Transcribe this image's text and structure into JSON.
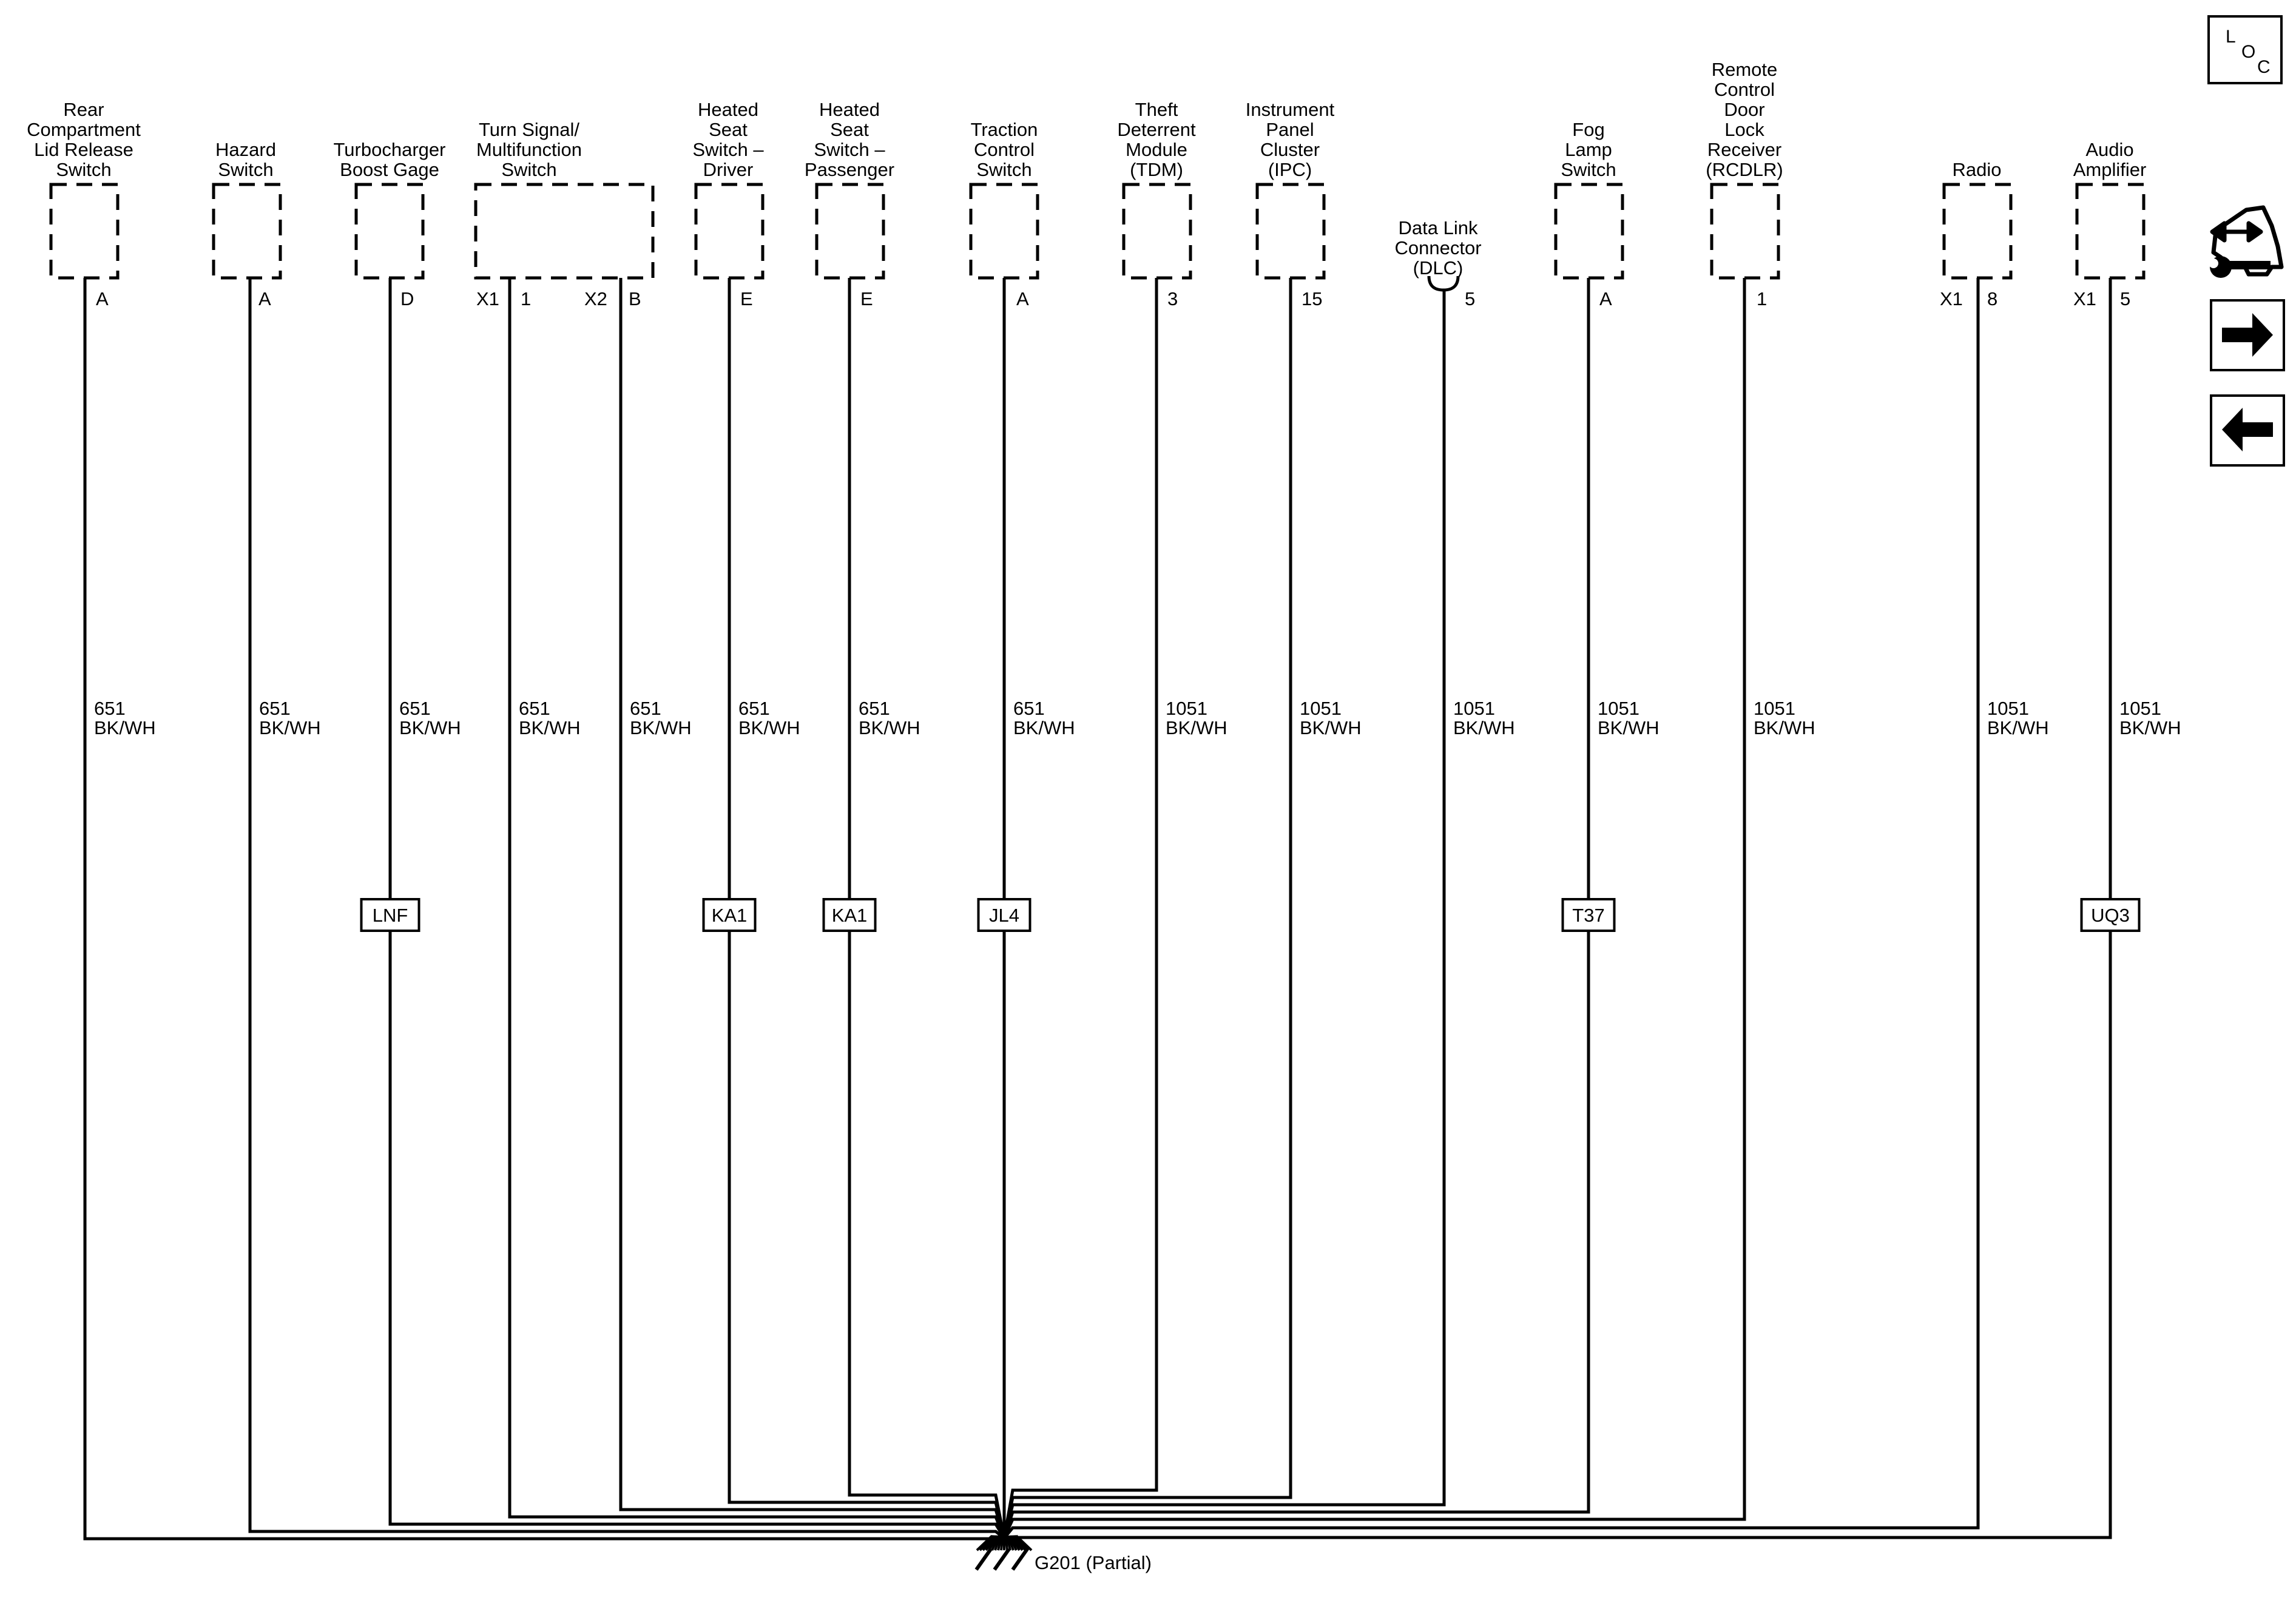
{
  "components": [
    {
      "id": "rear-compartment-lid-release-switch",
      "lines": [
        "Rear",
        "Compartment",
        "Lid Release",
        "Switch"
      ]
    },
    {
      "id": "hazard-switch",
      "lines": [
        "Hazard",
        "Switch"
      ]
    },
    {
      "id": "turbocharger-boost-gage",
      "lines": [
        "Turbocharger",
        "Boost Gage"
      ]
    },
    {
      "id": "turn-signal-multifunction-switch",
      "lines": [
        "Turn Signal/",
        "Multifunction",
        "Switch"
      ]
    },
    {
      "id": "heated-seat-switch-driver",
      "lines": [
        "Heated",
        "Seat",
        "Switch –",
        "Driver"
      ]
    },
    {
      "id": "heated-seat-switch-passenger",
      "lines": [
        "Heated",
        "Seat",
        "Switch –",
        "Passenger"
      ]
    },
    {
      "id": "traction-control-switch",
      "lines": [
        "Traction",
        "Control",
        "Switch"
      ]
    },
    {
      "id": "theft-deterrent-module",
      "lines": [
        "Theft",
        "Deterrent",
        "Module",
        "(TDM)"
      ]
    },
    {
      "id": "instrument-panel-cluster",
      "lines": [
        "Instrument",
        "Panel",
        "Cluster",
        "(IPC)"
      ]
    },
    {
      "id": "data-link-connector",
      "lines": [
        "Data Link",
        "Connector",
        "(DLC)"
      ]
    },
    {
      "id": "fog-lamp-switch",
      "lines": [
        "Fog",
        "Lamp",
        "Switch"
      ]
    },
    {
      "id": "remote-control-door-lock-receiver",
      "lines": [
        "Remote",
        "Control",
        "Door",
        "Lock",
        "Receiver",
        "(RCDLR)"
      ]
    },
    {
      "id": "radio",
      "lines": [
        "Radio"
      ]
    },
    {
      "id": "audio-amplifier",
      "lines": [
        "Audio",
        "Amplifier"
      ]
    }
  ],
  "wires": [
    {
      "pin": "A",
      "connector": "",
      "circuit": "651",
      "color": "BK/WH",
      "option": ""
    },
    {
      "pin": "A",
      "connector": "",
      "circuit": "651",
      "color": "BK/WH",
      "option": ""
    },
    {
      "pin": "D",
      "connector": "",
      "circuit": "651",
      "color": "BK/WH",
      "option": "LNF"
    },
    {
      "pin": "1",
      "connector": "X1",
      "circuit": "651",
      "color": "BK/WH",
      "option": ""
    },
    {
      "pin": "B",
      "connector": "X2",
      "circuit": "651",
      "color": "BK/WH",
      "option": ""
    },
    {
      "pin": "E",
      "connector": "",
      "circuit": "651",
      "color": "BK/WH",
      "option": "KA1"
    },
    {
      "pin": "E",
      "connector": "",
      "circuit": "651",
      "color": "BK/WH",
      "option": "KA1"
    },
    {
      "pin": "A",
      "connector": "",
      "circuit": "651",
      "color": "BK/WH",
      "option": "JL4"
    },
    {
      "pin": "3",
      "connector": "",
      "circuit": "1051",
      "color": "BK/WH",
      "option": ""
    },
    {
      "pin": "15",
      "connector": "",
      "circuit": "1051",
      "color": "BK/WH",
      "option": ""
    },
    {
      "pin": "5",
      "connector": "",
      "circuit": "1051",
      "color": "BK/WH",
      "option": ""
    },
    {
      "pin": "A",
      "connector": "",
      "circuit": "1051",
      "color": "BK/WH",
      "option": "T37"
    },
    {
      "pin": "1",
      "connector": "",
      "circuit": "1051",
      "color": "BK/WH",
      "option": ""
    },
    {
      "pin": "8",
      "connector": "X1",
      "circuit": "1051",
      "color": "BK/WH",
      "option": ""
    },
    {
      "pin": "5",
      "connector": "X1",
      "circuit": "1051",
      "color": "BK/WH",
      "option": "UQ3"
    }
  ],
  "ground": {
    "label": "G201 (Partial)"
  },
  "nav": {
    "loc": {
      "l": "L",
      "o": "O",
      "c": "C"
    },
    "icons": [
      "vehicle-wrench-icon",
      "arrow-right-icon",
      "arrow-left-icon"
    ]
  }
}
